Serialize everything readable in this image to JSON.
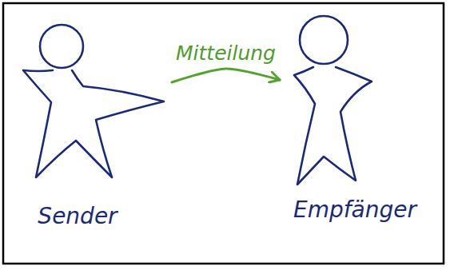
{
  "diagram": {
    "nodes": [
      {
        "text": [
          "Sender"
        ]
      },
      {
        "text": [
          "Empfänger"
        ]
      }
    ],
    "edges": [
      {
        "from": 0,
        "to": 1,
        "label": "Mitteilung",
        "arrow": "to"
      }
    ]
  }
}
